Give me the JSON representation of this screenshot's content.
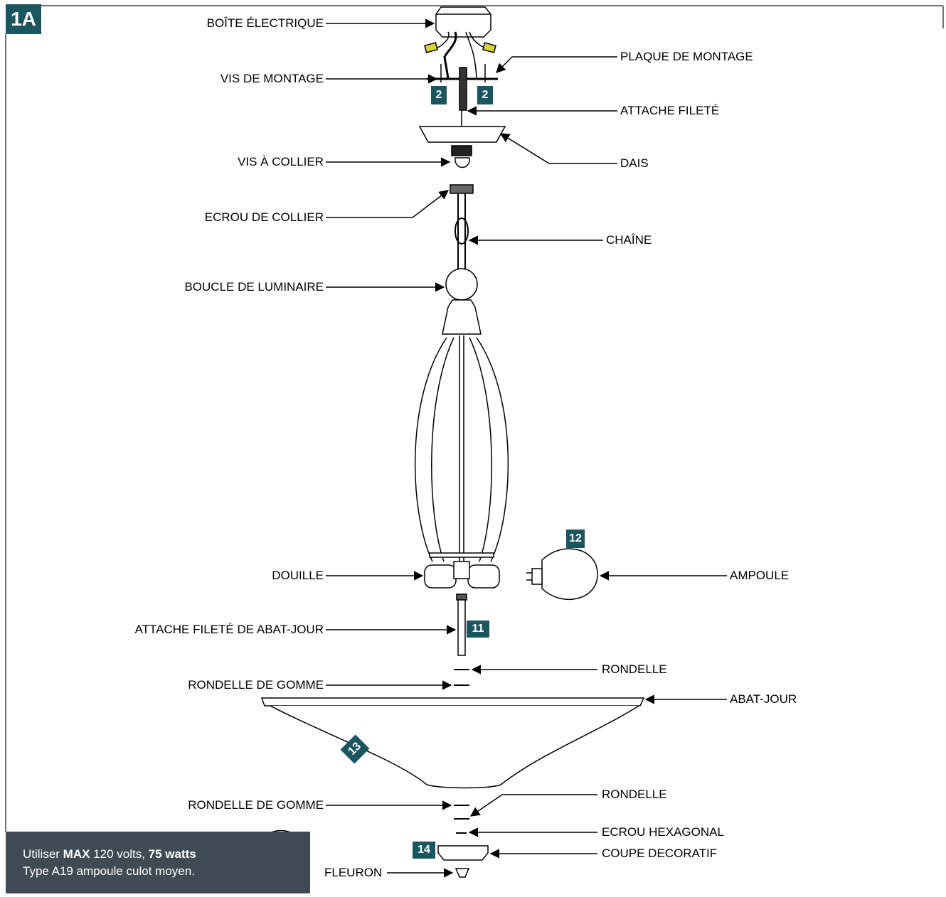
{
  "figure_tag": "1A",
  "labels": {
    "boite_electrique": "BOÎTE ÉLECTRIQUE",
    "plaque_de_montage": "PLAQUE DE MONTAGE",
    "vis_de_montage": "VIS DE MONTAGE",
    "attache_filete": "ATTACHE FILETÉ",
    "dais": "DAIS",
    "vis_a_collier": "VIS À COLLIER",
    "ecrou_de_collier": "ECROU DE COLLIER",
    "chaine": "CHAÎNE",
    "boucle_de_luminaire": "BOUCLE DE LUMINAIRE",
    "douille": "DOUILLE",
    "ampoule": "AMPOULE",
    "attache_filete_abat_jour": "ATTACHE FILETÉ DE ABAT-JOUR",
    "rondelle_top": "RONDELLE",
    "rondelle_gomme_top": "RONDELLE DE GOMME",
    "abat_jour": "ABAT-JOUR",
    "rondelle_gomme_bottom": "RONDELLE DE GOMME",
    "rondelle_bottom": "RONDELLE",
    "ecrou_hexagonal": "ECROU HEXAGONAL",
    "coupe_decoratif": "COUPE DECORATIF",
    "fleuron": "FLEURON"
  },
  "step_badges": {
    "mount_left": "2",
    "mount_right": "2",
    "bulb": "12",
    "shade_rod": "11",
    "shade": "13",
    "cup": "14"
  },
  "note": {
    "line1_prefix": "Utiliser ",
    "line1_max": "MAX",
    "line1_mid": " 120 volts, ",
    "line1_watts": "75 watts",
    "line2": "Type  A19 ampoule culot moyen."
  },
  "colors": {
    "accent": "#1a5560",
    "note_bg": "#3f4a52"
  }
}
